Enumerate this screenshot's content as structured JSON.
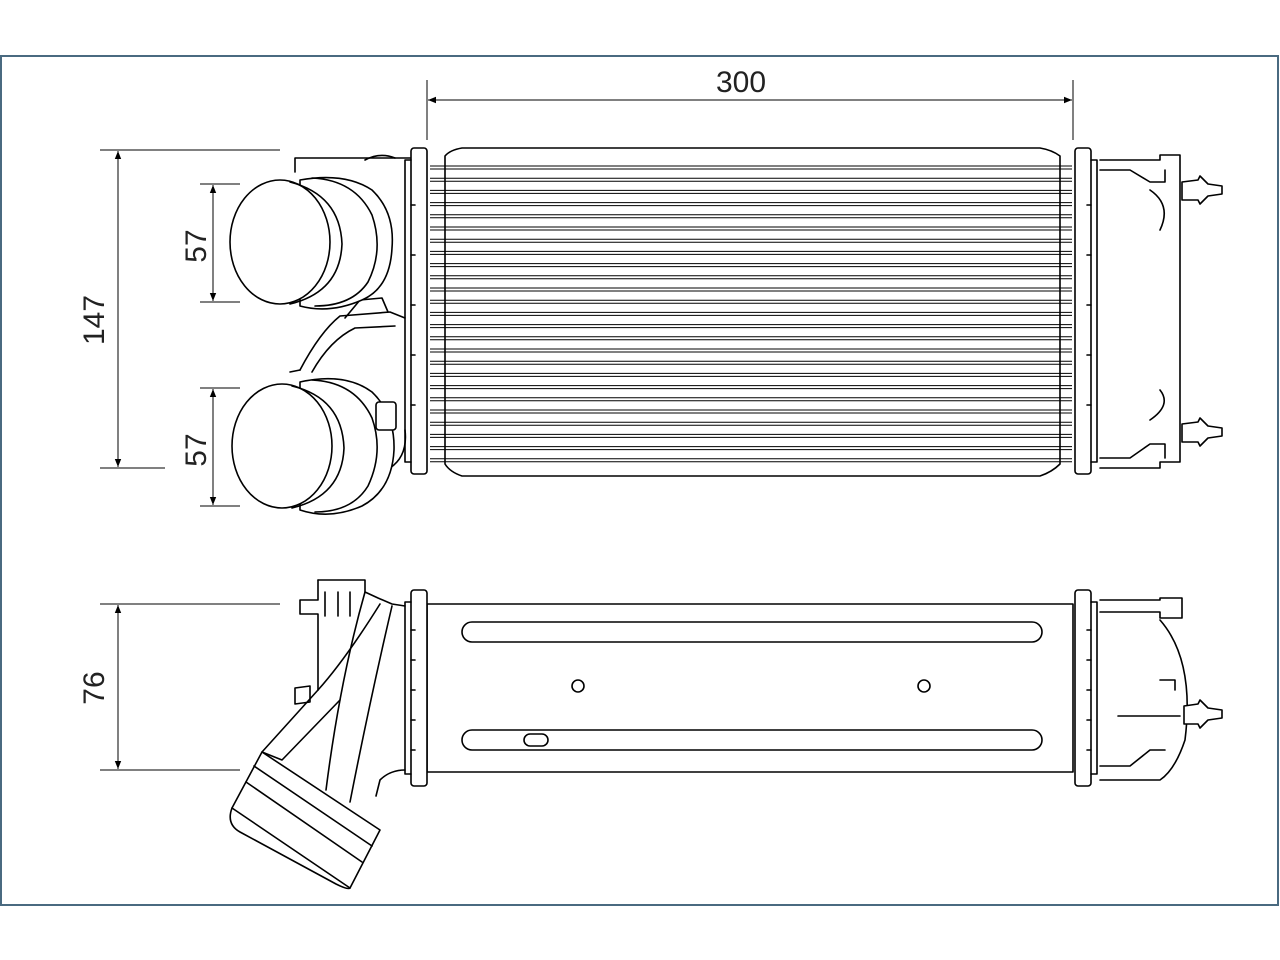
{
  "colors": {
    "frame": "#4a6a80",
    "line": "#000000",
    "background": "#ffffff"
  },
  "dimensions": {
    "width_top": "300",
    "height_total": "147",
    "outlet_upper": "57",
    "outlet_lower": "57",
    "depth_side": "76"
  }
}
